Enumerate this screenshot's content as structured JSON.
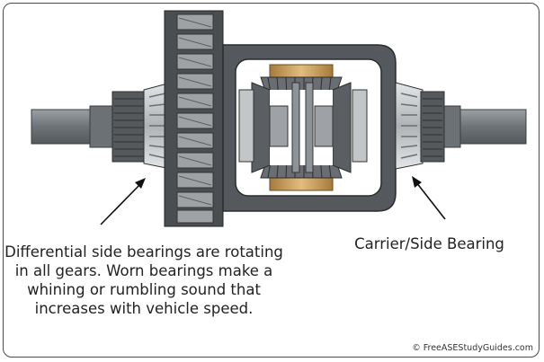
{
  "captions": {
    "left": "Differential side bearings are rotating in all gears. Worn bearings make a whining or rumbling sound that increases with vehicle speed.",
    "right": "Carrier/Side Bearing"
  },
  "copyright": "© FreeASEStudyGuides.com",
  "colors": {
    "axle": "#777c80",
    "carrier": "#55595d",
    "bearing_dark": "#4f5356",
    "bearing_light": "#c9cdd0",
    "gear_tooth": "#a7abae",
    "bronze": "#c9a060"
  },
  "icons": [
    "arrow-left",
    "arrow-right"
  ]
}
